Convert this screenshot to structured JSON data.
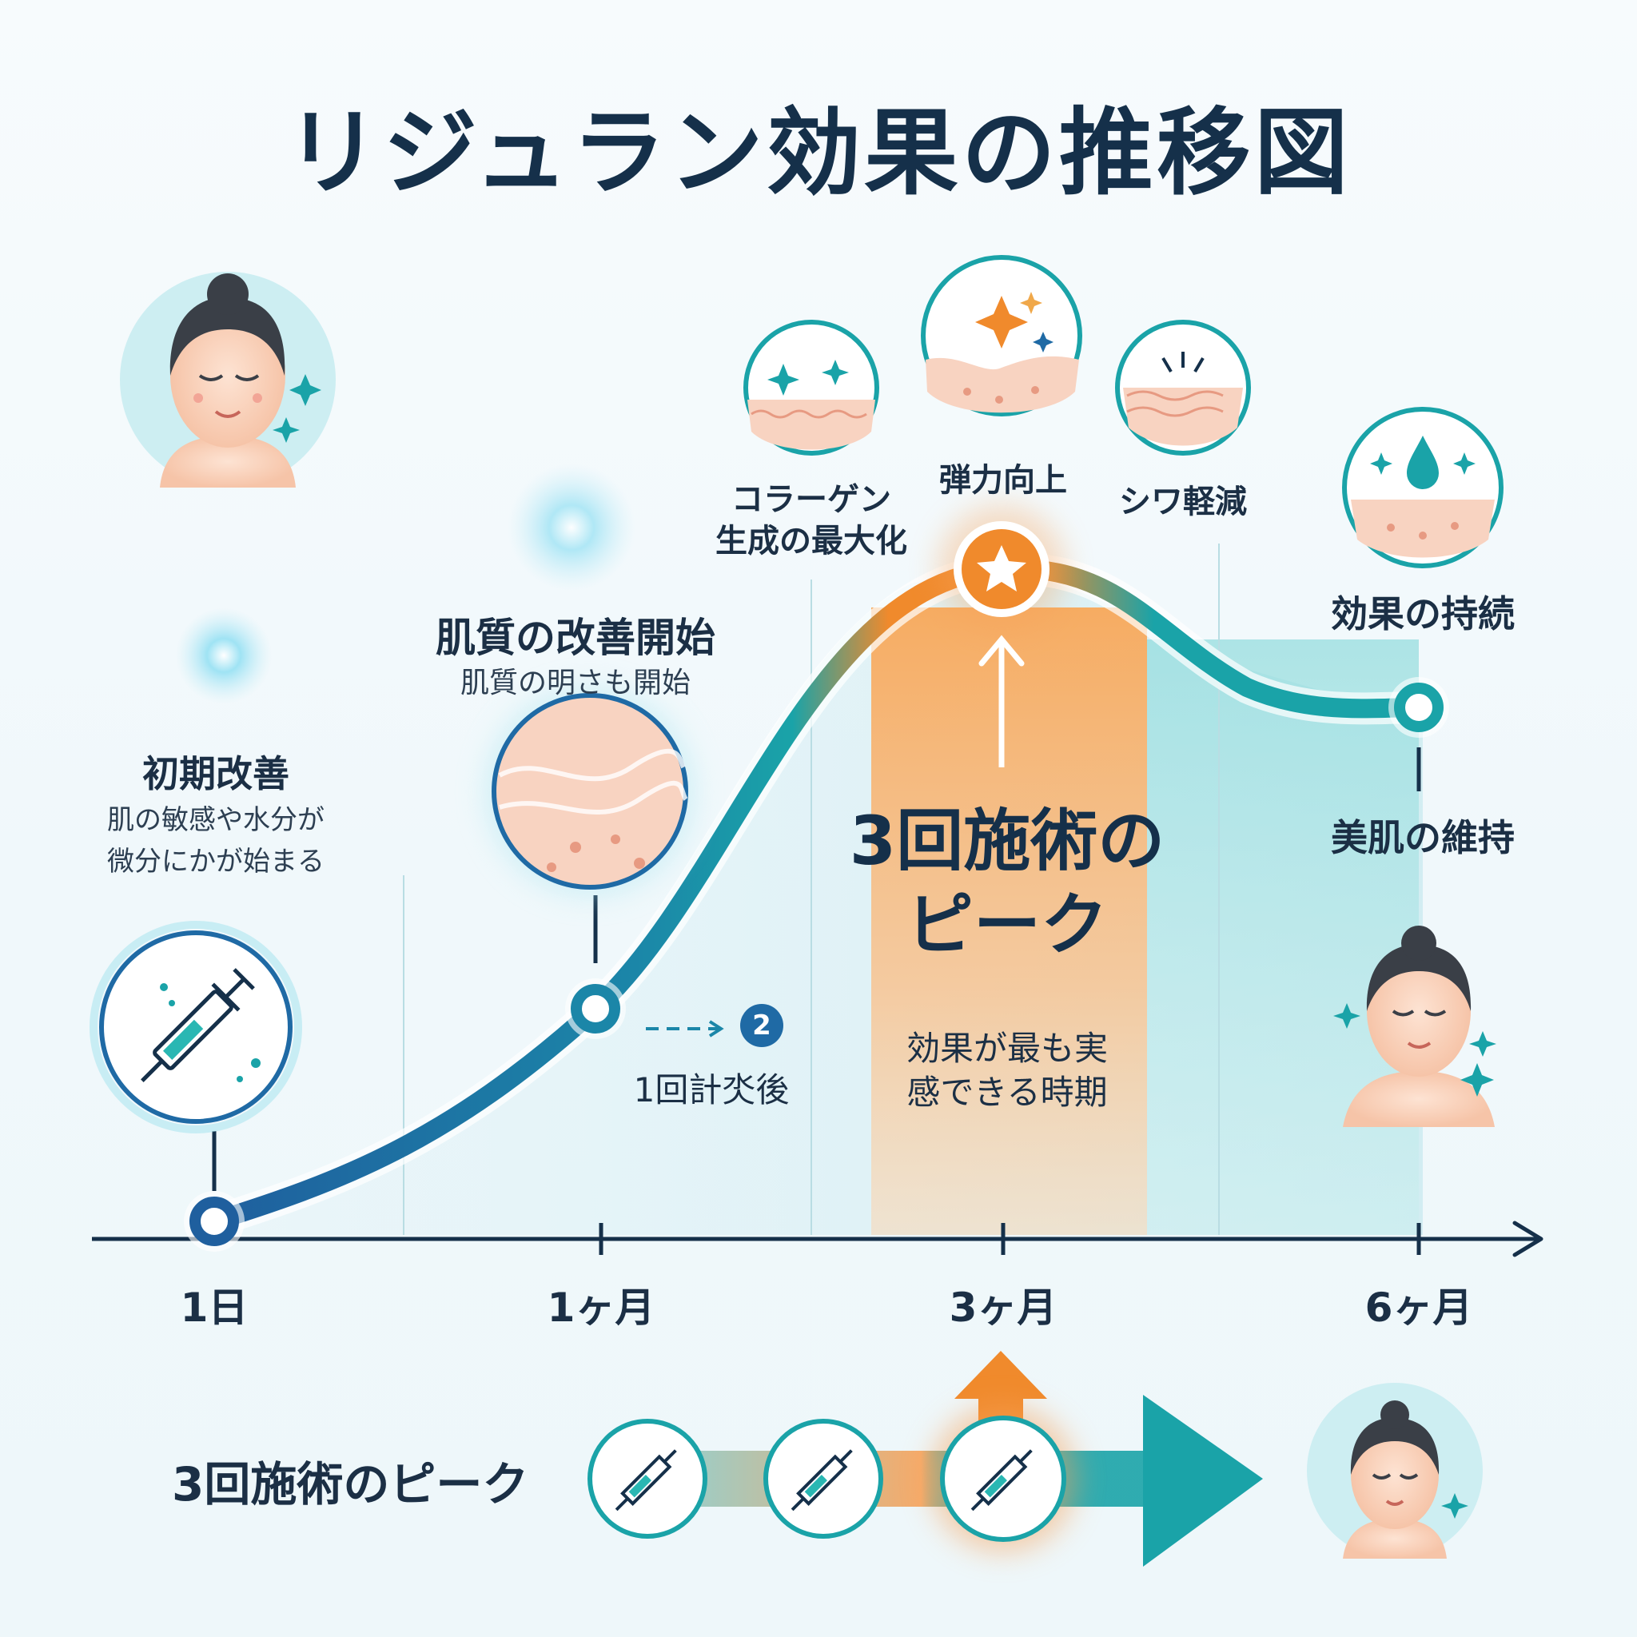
{
  "title": "リジュラン効果の推移図",
  "stages": {
    "initial": {
      "heading": "初期改善",
      "line1": "肌の敏感や水分が",
      "line2": "微分にかが始まる"
    },
    "texture": {
      "heading": "肌質の改善開始",
      "sub": "肌質の明さも開始"
    },
    "badge_number": "2",
    "after_one": "1回計氼後",
    "collagen": {
      "line1": "コラーゲン",
      "line2": "生成の最大化"
    },
    "elasticity": "弾力向上",
    "wrinkle": "シワ軽減",
    "peak": {
      "line1": "3回施術の",
      "line2": "ピーク",
      "sub1": "効果が最も実",
      "sub2": "感できる時期"
    },
    "sustain": "効果の持続",
    "maintain": "美肌の維持"
  },
  "axis": {
    "ticks": [
      "1日",
      "1ヶ月",
      "3ヶ月",
      "6ヶ月"
    ]
  },
  "bottom": {
    "label": "3回施術のピーク"
  },
  "chart_data": {
    "type": "line",
    "x": [
      "1日",
      "1ヶ月",
      "3ヶ月",
      "6ヶ月"
    ],
    "series": [
      {
        "values": [
          0.02,
          0.38,
          1.0,
          0.8
        ]
      }
    ]
  },
  "colors": {
    "teal": "#1aa3a8",
    "blue": "#1f6aa5",
    "orange": "#f08a2c",
    "navy": "#15304a"
  },
  "icons": [
    "face-icon",
    "syringe-icon",
    "skin-texture-icon",
    "sparkle-skin-icon",
    "star-icon",
    "wrinkle-icon",
    "droplet-icon",
    "arrow-icon"
  ]
}
